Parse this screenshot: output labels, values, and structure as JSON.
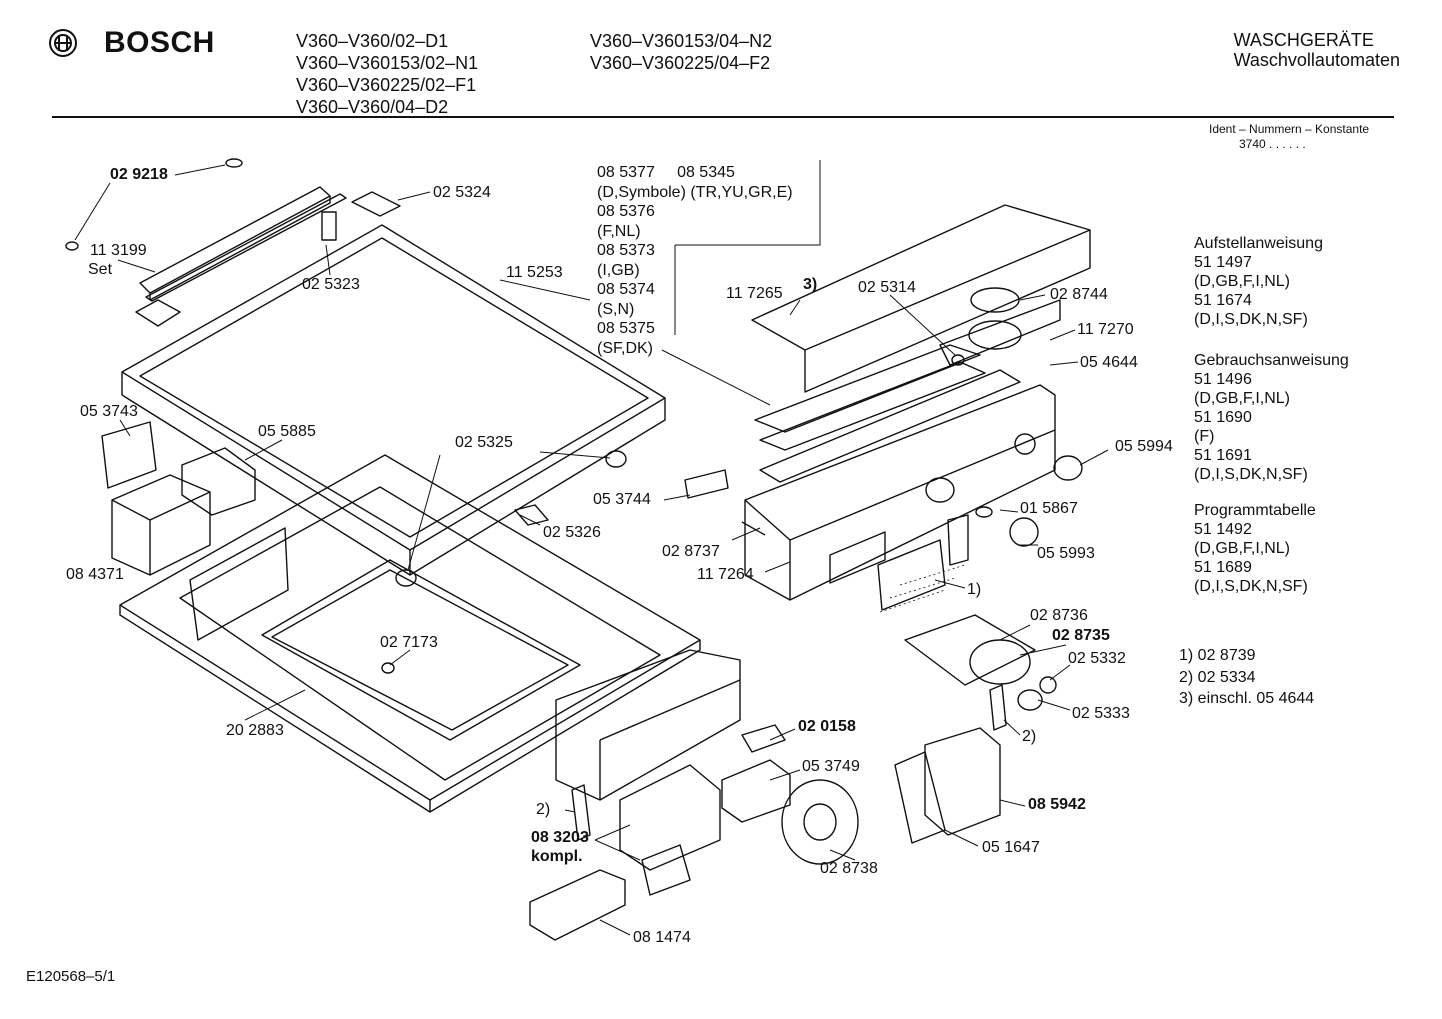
{
  "header": {
    "brand": "BOSCH",
    "models_col1": [
      "V360–V360/02–D1",
      "V360–V360153/02–N1",
      "V360–V360225/02–F1",
      "V360–V360/04–D2"
    ],
    "models_col2": [
      "V360–V360153/04–N2",
      "V360–V360225/04–F2"
    ],
    "category": "WASCHGERÄTE",
    "subcategory": "Waschvollautomaten",
    "ident_label": "Ident – Nummern – Konstante",
    "ident_value": "3740 . . . . . ."
  },
  "labels": {
    "p029218": "02 9218",
    "p113199": "11 3199",
    "set": "Set",
    "p025324": "02 5324",
    "p025323": "02 5323",
    "p115253": "11 5253",
    "p053743": "05 3743",
    "p055885": "05 5885",
    "p025325": "02 5325",
    "p084371": "08 4371",
    "p025326": "02 5326",
    "p027173": "02 7173",
    "p202883": "20 2883",
    "p117265": "11 7265",
    "n3": "3)",
    "p025314": "02 5314",
    "p028744": "02 8744",
    "p117270": "11 7270",
    "p054644": "05 4644",
    "p055994": "05 5994",
    "p053744": "05 3744",
    "p015867": "01 5867",
    "p028737": "02 8737",
    "p117264": "11 7264",
    "p055993": "05 5993",
    "n1": "1)",
    "p028736": "02 8736",
    "p028735": "02 8735",
    "p025332": "02 5332",
    "p025333": "02 5333",
    "n2a": "2)",
    "p020158": "02 0158",
    "p053749": "05 3749",
    "n2b": "2)",
    "p083203": "08 3203",
    "kompl": "kompl.",
    "p028738": "02 8738",
    "p085942": "08 5942",
    "p051647": "05 1647",
    "p081474": "08 1474"
  },
  "symbol_group": [
    "08 5377     08 5345",
    "(D,Symbole) (TR,YU,GR,E)",
    "08 5376",
    "(F,NL)",
    "08 5373",
    "(I,GB)",
    "08 5374",
    "(S,N)",
    "08 5375",
    "(SF,DK)"
  ],
  "documents": [
    {
      "title": "Aufstellanweisung",
      "lines": [
        "51 1497",
        "(D,GB,F,I,NL)",
        "51 1674",
        "(D,I,S,DK,N,SF)"
      ]
    },
    {
      "title": "Gebrauchsanweisung",
      "lines": [
        "51 1496",
        "(D,GB,F,I,NL)",
        "51 1690",
        "(F)",
        "51 1691",
        "(D,I,S,DK,N,SF)"
      ]
    },
    {
      "title": "Programmtabelle",
      "lines": [
        "51 1492",
        "(D,GB,F,I,NL)",
        "51 1689",
        "(D,I,S,DK,N,SF)"
      ]
    }
  ],
  "notes": [
    "1) 02 8739",
    "2) 02 5334",
    "3) einschl. 05 4644"
  ],
  "footer": "E120568–5/1"
}
